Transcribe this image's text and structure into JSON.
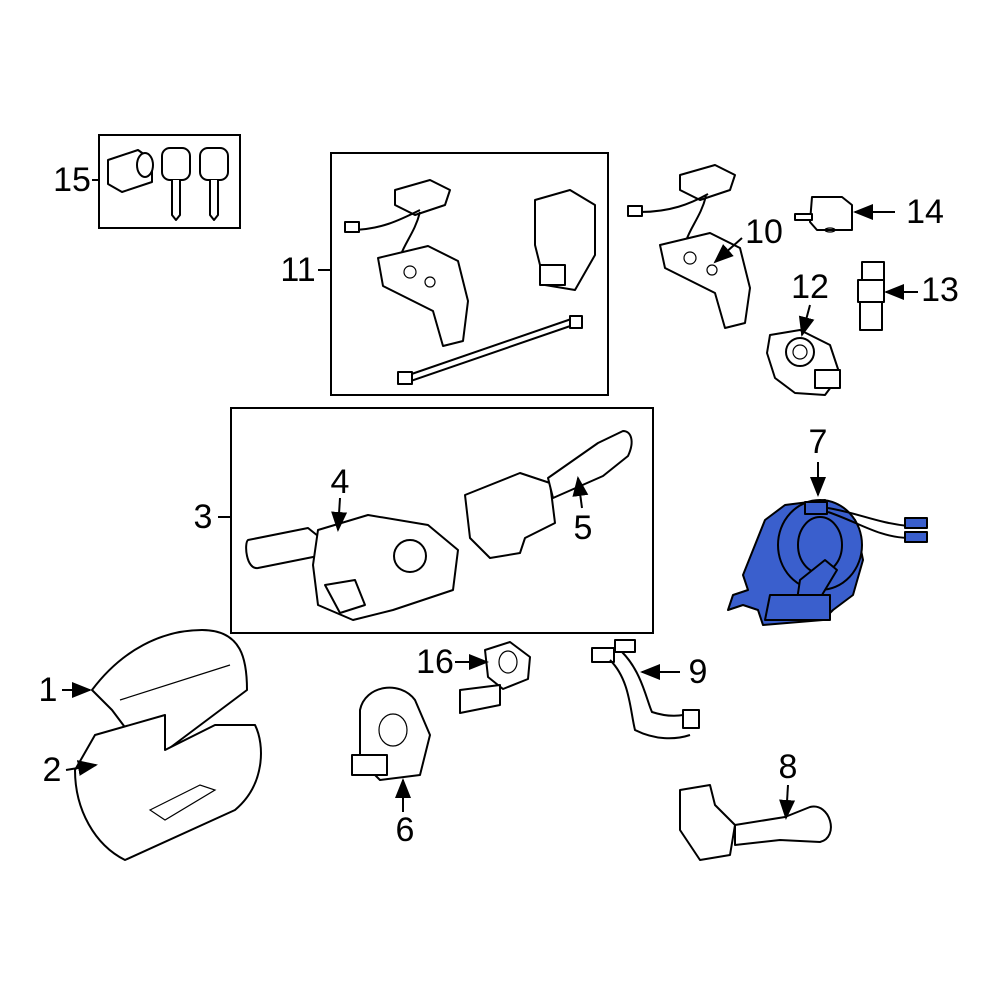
{
  "highlight_color": "#3a5fcd",
  "callouts": [
    {
      "id": "15",
      "label": "15"
    },
    {
      "id": "11",
      "label": "11"
    },
    {
      "id": "10",
      "label": "10"
    },
    {
      "id": "14",
      "label": "14"
    },
    {
      "id": "12",
      "label": "12"
    },
    {
      "id": "13",
      "label": "13"
    },
    {
      "id": "7",
      "label": "7",
      "highlighted": true
    },
    {
      "id": "3",
      "label": "3"
    },
    {
      "id": "4",
      "label": "4"
    },
    {
      "id": "5",
      "label": "5"
    },
    {
      "id": "16",
      "label": "16"
    },
    {
      "id": "9",
      "label": "9"
    },
    {
      "id": "1",
      "label": "1"
    },
    {
      "id": "2",
      "label": "2"
    },
    {
      "id": "6",
      "label": "6"
    },
    {
      "id": "8",
      "label": "8"
    }
  ]
}
